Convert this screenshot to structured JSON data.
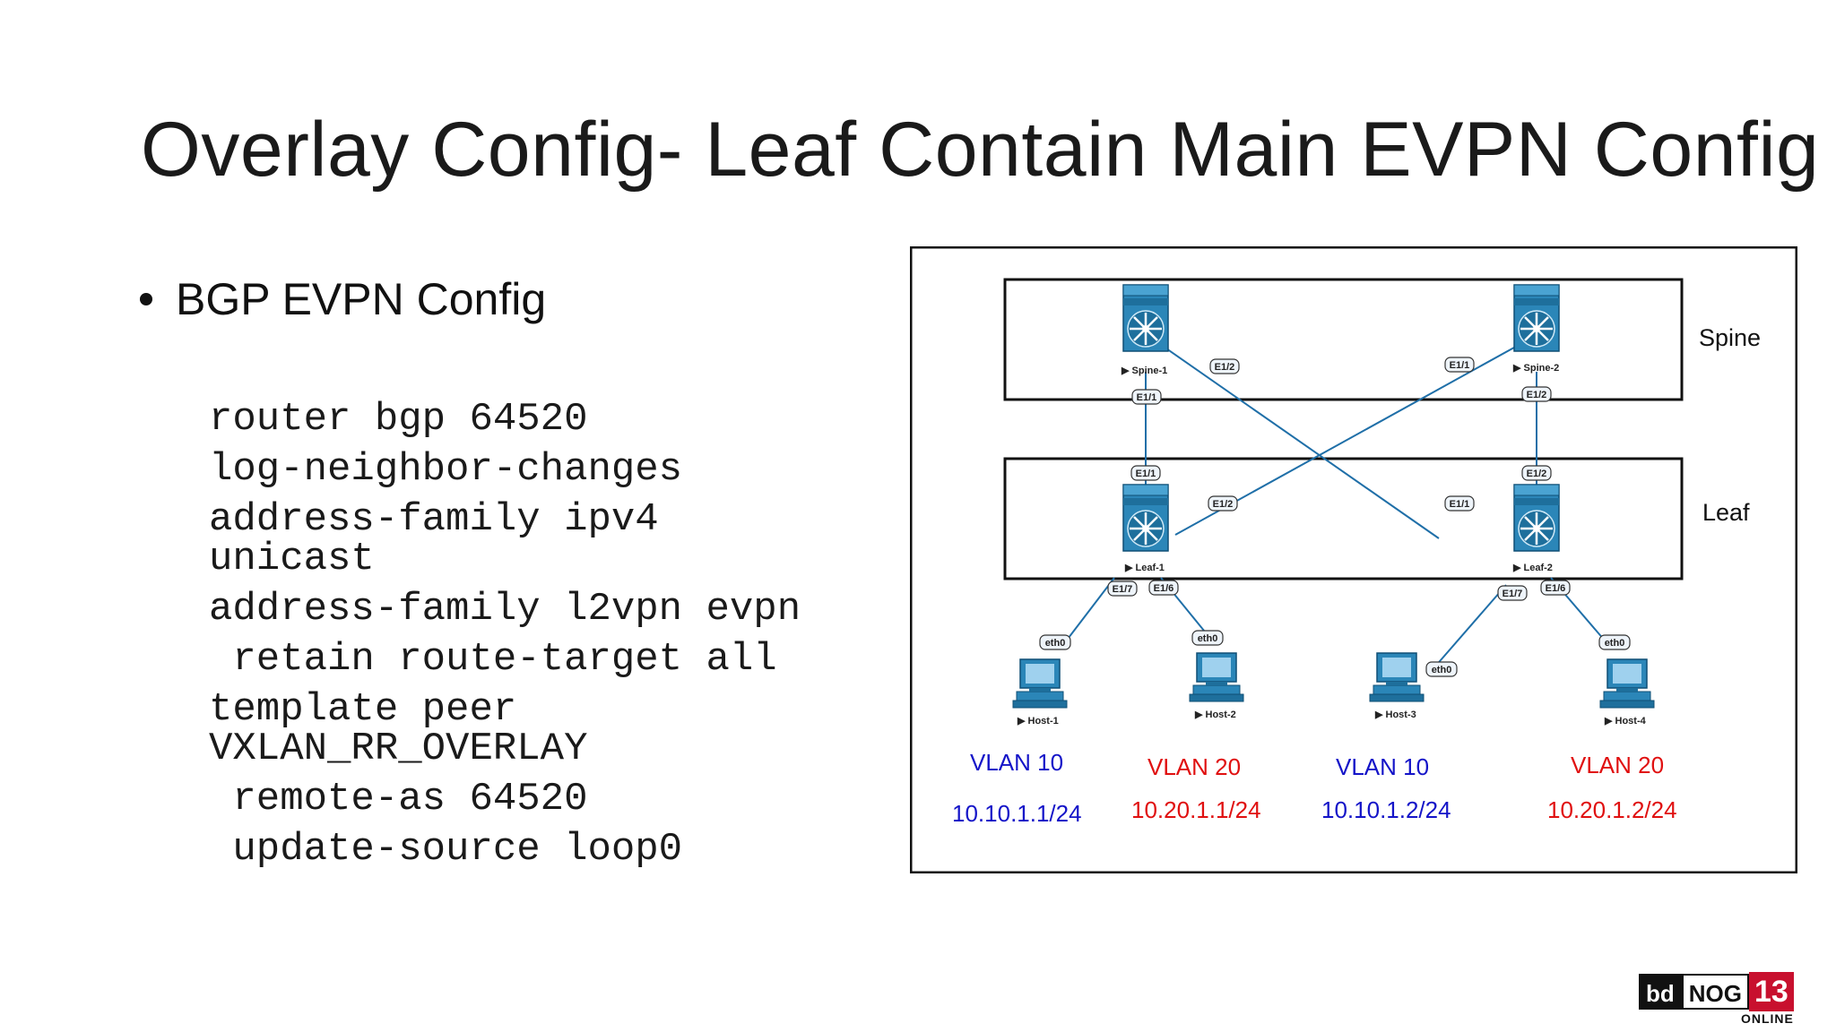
{
  "slide": {
    "title": "Overlay Config- Leaf Contain Main EVPN Config",
    "bullet": "BGP EVPN Config",
    "code_lines": [
      "router bgp 64520",
      "log-neighbor-changes",
      "address-family ipv4",
      "unicast",
      "address-family l2vpn evpn",
      " retain route-target all",
      "template peer",
      "VXLAN_RR_OVERLAY",
      " remote-as 64520",
      " update-source loop0"
    ]
  },
  "diagram": {
    "layers": {
      "spine": "Spine",
      "leaf": "Leaf"
    },
    "devices": {
      "spine1": "Spine-1",
      "spine2": "Spine-2",
      "leaf1": "Leaf-1",
      "leaf2": "Leaf-2",
      "host1": "Host-1",
      "host2": "Host-2",
      "host3": "Host-3",
      "host4": "Host-4"
    },
    "ports": {
      "s1_e12": "E1/2",
      "s1_e11": "E1/1",
      "s2_e11": "E1/1",
      "s2_e12": "E1/2",
      "l1_e11": "E1/1",
      "l1_e12": "E1/2",
      "l1_e17": "E1/7",
      "l1_e16": "E1/6",
      "l2_e12": "E1/2",
      "l2_e11": "E1/1",
      "l2_e17": "E1/7",
      "l2_e16": "E1/6",
      "h1_eth0": "eth0",
      "h2_eth0": "eth0",
      "h3_eth0": "eth0",
      "h4_eth0": "eth0"
    },
    "hosts": [
      {
        "vlan": "VLAN 10",
        "ip": "10.10.1.1/24",
        "color": "#1414c8"
      },
      {
        "vlan": "VLAN 20",
        "ip": "10.20.1.1/24",
        "color": "#e01010"
      },
      {
        "vlan": "VLAN 10",
        "ip": "10.10.1.2/24",
        "color": "#1414c8"
      },
      {
        "vlan": "VLAN 20",
        "ip": "10.20.1.2/24",
        "color": "#e01010"
      }
    ],
    "link_color": "#1f6fa8",
    "switch_color": "#2b86b8"
  },
  "logo": {
    "bd": "bd",
    "nog": "NOG",
    "num": "13",
    "online": "ONLINE"
  }
}
